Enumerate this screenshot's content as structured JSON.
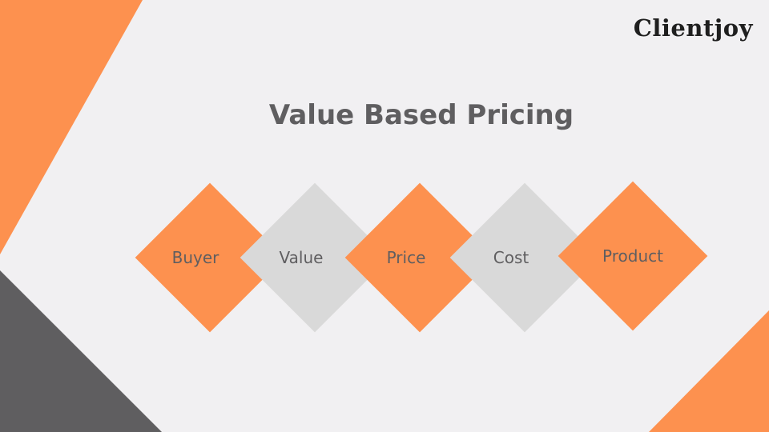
{
  "brand": {
    "name": "Clientjoy"
  },
  "slide": {
    "title": "Value Based Pricing"
  },
  "diagram": {
    "items": [
      {
        "label": "Buyer",
        "color": "#fd914f"
      },
      {
        "label": "Value",
        "color": "#d9d9d9"
      },
      {
        "label": "Price",
        "color": "#fd914f"
      },
      {
        "label": "Cost",
        "color": "#d9d9d9"
      },
      {
        "label": "Product",
        "color": "#fd914f"
      }
    ]
  },
  "colors": {
    "accent": "#fd914f",
    "neutral_shape": "#d9d9d9",
    "dark_shape": "#5f5e60",
    "background": "#f1f0f2",
    "text": "#5f5e60"
  }
}
